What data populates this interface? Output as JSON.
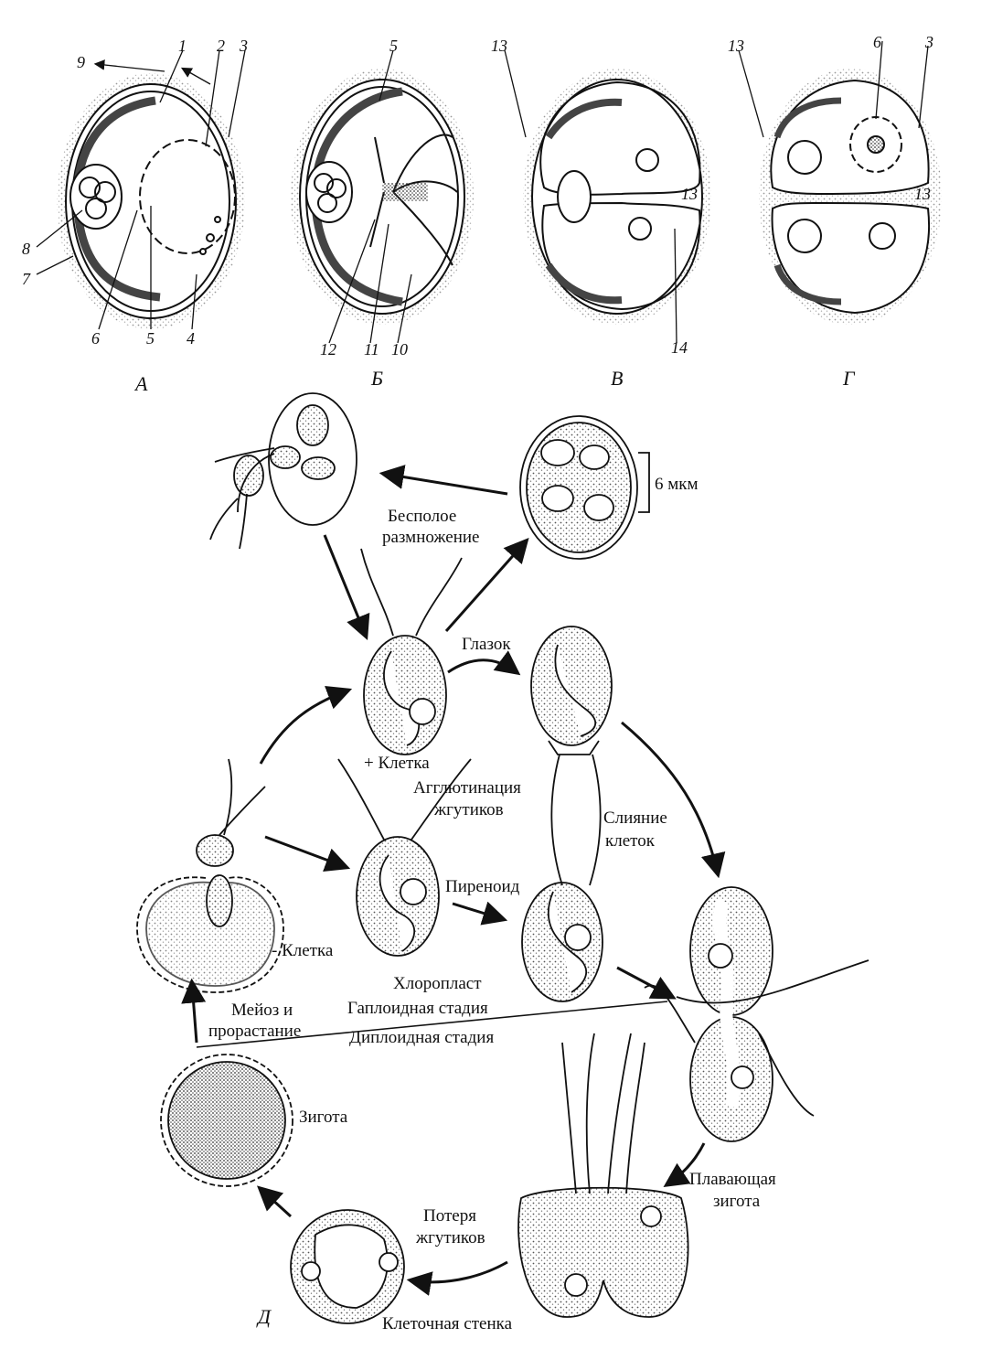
{
  "panels": [
    "А",
    "Б",
    "В",
    "Г",
    "Д"
  ],
  "numbers": {
    "a": [
      "9",
      "1",
      "2",
      "3",
      "8",
      "7",
      "6",
      "5",
      "4"
    ],
    "b": [
      "5",
      "12",
      "11",
      "10"
    ],
    "v": [
      "13",
      "13",
      "14"
    ],
    "g": [
      "13",
      "6",
      "3",
      "13"
    ]
  },
  "labels": {
    "scale": "6 мкм",
    "asexual_1": "Бесполое",
    "asexual_2": "размножение",
    "eyespot": "Глазок",
    "plus_cell": "+ Клетка",
    "agglutination_1": "Агглютинация",
    "agglutination_2": "жгутиков",
    "fusion_1": "Слияние",
    "fusion_2": "клеток",
    "pyrenoid": "Пиреноид",
    "minus_cell": "- Клетка",
    "chloroplast": "Хлоропласт",
    "meiosis_1": "Мейоз и",
    "meiosis_2": "прорастание",
    "haploid": "Гаплоидная стадия",
    "diploid": "Диплоидная стадия",
    "zygote": "Зигота",
    "swimming_1": "Плавающая",
    "swimming_2": "зигота",
    "loss_1": "Потеря",
    "loss_2": "жгутиков",
    "cell_wall": "Клеточная стенка"
  },
  "colors": {
    "ink": "#111111",
    "stipple": "#8a8a8a",
    "paper": "#ffffff"
  }
}
